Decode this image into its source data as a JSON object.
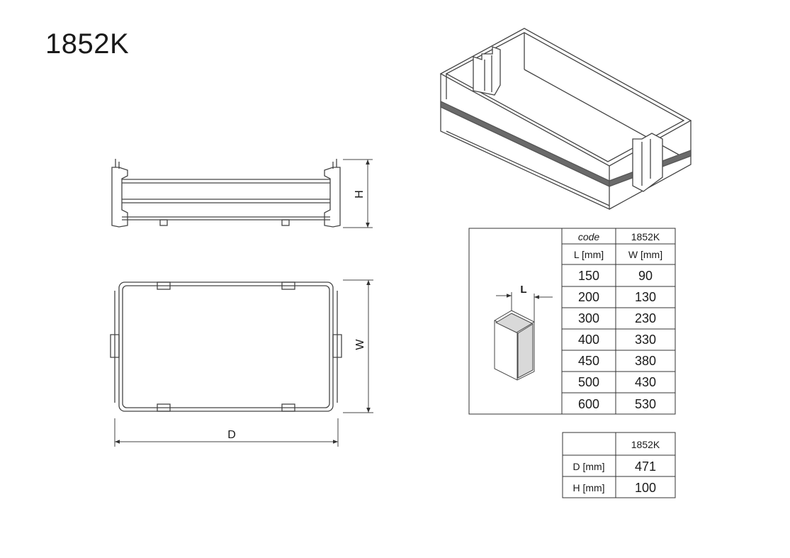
{
  "title": "1852K",
  "dimension_labels": {
    "height": "H",
    "width": "W",
    "depth": "D",
    "length": "L"
  },
  "size_table": {
    "header_code": "code",
    "header_code_value": "1852K",
    "col_l": "L [mm]",
    "col_w": "W [mm]",
    "rows": [
      {
        "l": "150",
        "w": "90"
      },
      {
        "l": "200",
        "w": "130"
      },
      {
        "l": "300",
        "w": "230"
      },
      {
        "l": "400",
        "w": "330"
      },
      {
        "l": "450",
        "w": "380"
      },
      {
        "l": "500",
        "w": "430"
      },
      {
        "l": "600",
        "w": "530"
      }
    ]
  },
  "dims_table": {
    "header": "1852K",
    "rows": [
      {
        "label": "D [mm]",
        "value": "471"
      },
      {
        "label": "H [mm]",
        "value": "100"
      }
    ]
  },
  "colors": {
    "line": "#333333",
    "frame": "#555555",
    "band": "#6a6a6a",
    "box_fill": "#d9d9d9"
  }
}
